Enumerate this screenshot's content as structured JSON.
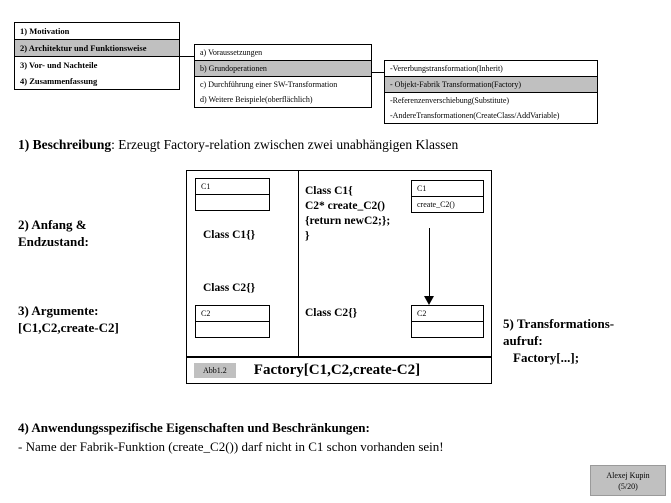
{
  "nav": {
    "box1": {
      "items": [
        {
          "label": "1) Motivation",
          "selected": false
        },
        {
          "label": "2) Architektur und Funktionsweise",
          "selected": true
        },
        {
          "label": "3) Vor- und Nachteile",
          "selected": false
        },
        {
          "label": "4) Zusammenfassung",
          "selected": false
        }
      ]
    },
    "box2": {
      "items": [
        {
          "label": "a) Voraussetzungen",
          "selected": false
        },
        {
          "label": "b) Grundoperationen",
          "selected": true
        },
        {
          "label": "c) Durchführung einer SW-Transformation",
          "selected": false
        },
        {
          "label": "d) Weitere Beispiele(oberflächlich)",
          "selected": false
        }
      ]
    },
    "box3": {
      "items": [
        {
          "label": "-Vererbungstransformation(Inherit)",
          "selected": false
        },
        {
          "label": "- Objekt-Fabrik Transformation(Factory)",
          "selected": true
        },
        {
          "label": "-Referenzenverschiebung(Substitute)",
          "selected": false
        },
        {
          "label": "-AndereTransformationen(CreateClass/AddVariable)",
          "selected": false
        }
      ]
    }
  },
  "sections": {
    "desc_number": "1) ",
    "desc_head": "Beschreibung",
    "desc_text": ": Erzeugt Factory-relation zwischen zwei unabhängigen Klassen",
    "label2_line1": "2) Anfang &",
    "label2_line2": "Endzustand:",
    "label3_line1": "3) Argumente:",
    "label3_line2": "[C1,C2,create-C2]",
    "label5_line1": "5) Transformations-",
    "label5_line2": "aufruf:",
    "label5_line3": "Factory[...];",
    "sec4_head": "4) Anwendungsspezifische Eigenschaften und Beschränkungen:",
    "sec4_sub": "- Name der Fabrik-Funktion (create_C2()) darf nicht in C1 schon vorhanden sein!"
  },
  "diagram": {
    "before": {
      "class_box_c1": {
        "name": "C1",
        "members": ""
      },
      "class_box_c2": {
        "name": "C2",
        "members": ""
      },
      "code_c1": "Class C1{}",
      "code_c2": "Class C2{}"
    },
    "after": {
      "class_box_c1": {
        "name": "C1",
        "members": "create_C2()"
      },
      "class_box_c2": {
        "name": "C2",
        "members": ""
      },
      "code_c1_line1": "Class C1{",
      "code_c1_line2": "C2* create_C2()",
      "code_c1_line3": "{return newC2;};",
      "code_c1_line4": "}",
      "code_c2": "Class C2{}"
    },
    "arrow": "dependency-arrow-down"
  },
  "caption": {
    "tag": "Abb1.2",
    "title": "Factory[C1,C2,create-C2]"
  },
  "footer": {
    "author": "Alexej Kupin",
    "page": "(5/20)"
  },
  "colors": {
    "selected_bg": "#c0c0c0",
    "border": "#000000",
    "page_bg": "#ffffff"
  }
}
